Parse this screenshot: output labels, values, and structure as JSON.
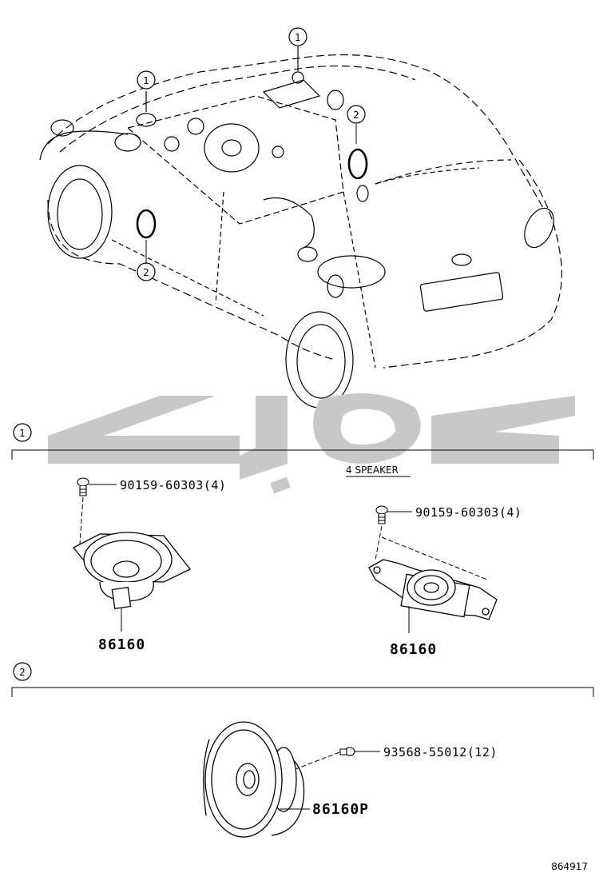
{
  "callouts": {
    "one": "1",
    "two": "2"
  },
  "watermark": {
    "text": "ﺗﻮﻳﻮﺗﺎ",
    "color": "#c8c8c8"
  },
  "section1": {
    "index": "1",
    "variant_label": "4 SPEAKER",
    "left_group": {
      "screw_part": "90159-60303(4)",
      "speaker_part": "86160"
    },
    "right_group": {
      "screw_part": "90159-60303(4)",
      "speaker_part": "86160"
    }
  },
  "section2": {
    "index": "2",
    "screw_part": "93568-55012(12)",
    "speaker_part": "86160P"
  },
  "figure_id": "864917"
}
